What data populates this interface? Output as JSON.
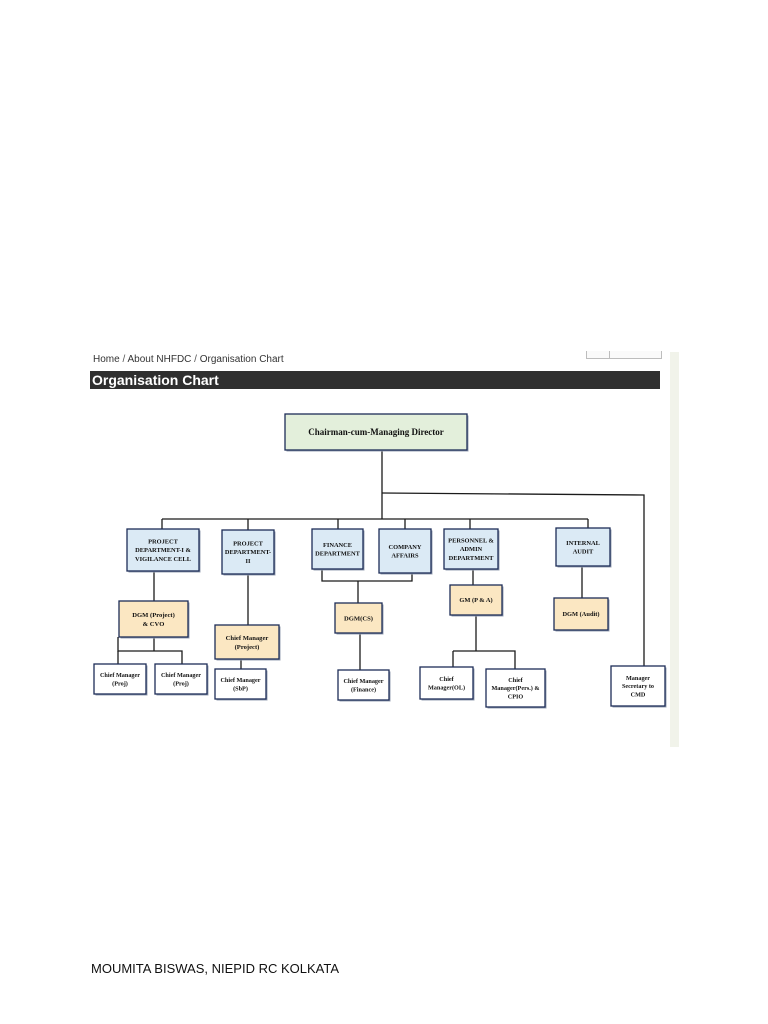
{
  "breadcrumb": {
    "items": [
      "Home",
      "About NHFDC",
      "Organisation Chart"
    ],
    "separator": "/"
  },
  "page_title": "Organisation Chart",
  "org_chart": {
    "colors": {
      "root_fill": "#e3efdb",
      "dept_fill": "#dbeaf5",
      "mid_fill": "#fbe7c2",
      "leaf_fill": "#ffffff",
      "border": "#1d2c57"
    },
    "nodes": [
      {
        "id": "cmd",
        "lines": [
          "Chairman-cum-Managing Director"
        ]
      },
      {
        "id": "proj1",
        "lines": [
          "PROJECT",
          "DEPARTMENT-I &",
          "VIGILANCE CELL"
        ]
      },
      {
        "id": "proj2",
        "lines": [
          "PROJECT",
          "DEPARTMENT-",
          "II"
        ]
      },
      {
        "id": "finance",
        "lines": [
          "FINANCE",
          "DEPARTMENT"
        ]
      },
      {
        "id": "company",
        "lines": [
          "COMPANY",
          "AFFAIRS"
        ]
      },
      {
        "id": "personnel",
        "lines": [
          "PERSONNEL &",
          "ADMIN",
          "DEPARTMENT"
        ]
      },
      {
        "id": "audit",
        "lines": [
          "INTERNAL",
          "AUDIT"
        ]
      },
      {
        "id": "dgm_proj",
        "lines": [
          "DGM (Project)",
          "& CVO"
        ]
      },
      {
        "id": "cm_proj2",
        "lines": [
          "Chief Manager",
          "(Project)"
        ]
      },
      {
        "id": "dgm_cs",
        "lines": [
          "DGM(CS)"
        ]
      },
      {
        "id": "gm_pa",
        "lines": [
          "GM (P & A)"
        ]
      },
      {
        "id": "dgm_audit",
        "lines": [
          "DGM (Audit)"
        ]
      },
      {
        "id": "cm_p1",
        "lines": [
          "Chief Manager",
          "(Proj)"
        ]
      },
      {
        "id": "cm_p2",
        "lines": [
          "Chief Manager",
          "(Proj)"
        ]
      },
      {
        "id": "cm_sbp",
        "lines": [
          "Chief Manager",
          "(SbP)"
        ]
      },
      {
        "id": "cm_fin",
        "lines": [
          "Chief Manager",
          "(Finance)"
        ]
      },
      {
        "id": "cm_ol",
        "lines": [
          "Chief",
          "Manager(OL)"
        ]
      },
      {
        "id": "cm_pers",
        "lines": [
          "Chief",
          "Manager(Pers.) &",
          "CPIO"
        ]
      },
      {
        "id": "mgr_sec",
        "lines": [
          "Manager",
          "Secretary to",
          "CMD"
        ]
      }
    ]
  },
  "footer": {
    "text": "MOUMITA BISWAS, NIEPID RC KOLKATA"
  }
}
